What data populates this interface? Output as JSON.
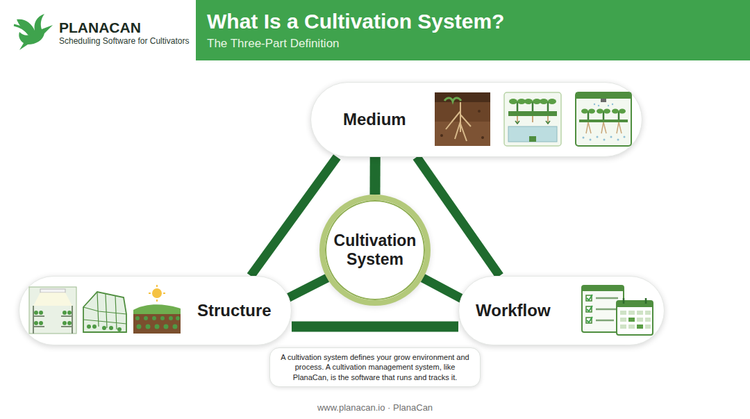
{
  "diagram": {
    "title": "What Is a Cultivation System?",
    "nodes": [
      {
        "text": [
          "Medium"
        ]
      },
      {
        "text": [
          "Cultivation System"
        ]
      },
      {
        "text": [
          "Structure"
        ]
      },
      {
        "text": [
          "Workflow"
        ]
      },
      {
        "text": [
          "A cultivation system defines your grow environment and process. A cultivation management system, like PlanaCan, is the software that runs and tracks it."
        ]
      }
    ],
    "edges": [
      {
        "from": 0,
        "to": 2,
        "arrow": "none"
      },
      {
        "from": 0,
        "to": 3,
        "arrow": "none"
      },
      {
        "from": 2,
        "to": 3,
        "arrow": "none"
      },
      {
        "from": 1,
        "to": 0,
        "arrow": "none"
      },
      {
        "from": 1,
        "to": 2,
        "arrow": "none"
      },
      {
        "from": 1,
        "to": 3,
        "arrow": "none"
      }
    ],
    "labels": [
      "PLANACAN",
      "Scheduling Software for Cultivators",
      "The Three-Part Definition",
      "www.planacan.io · PlanaCan"
    ]
  }
}
